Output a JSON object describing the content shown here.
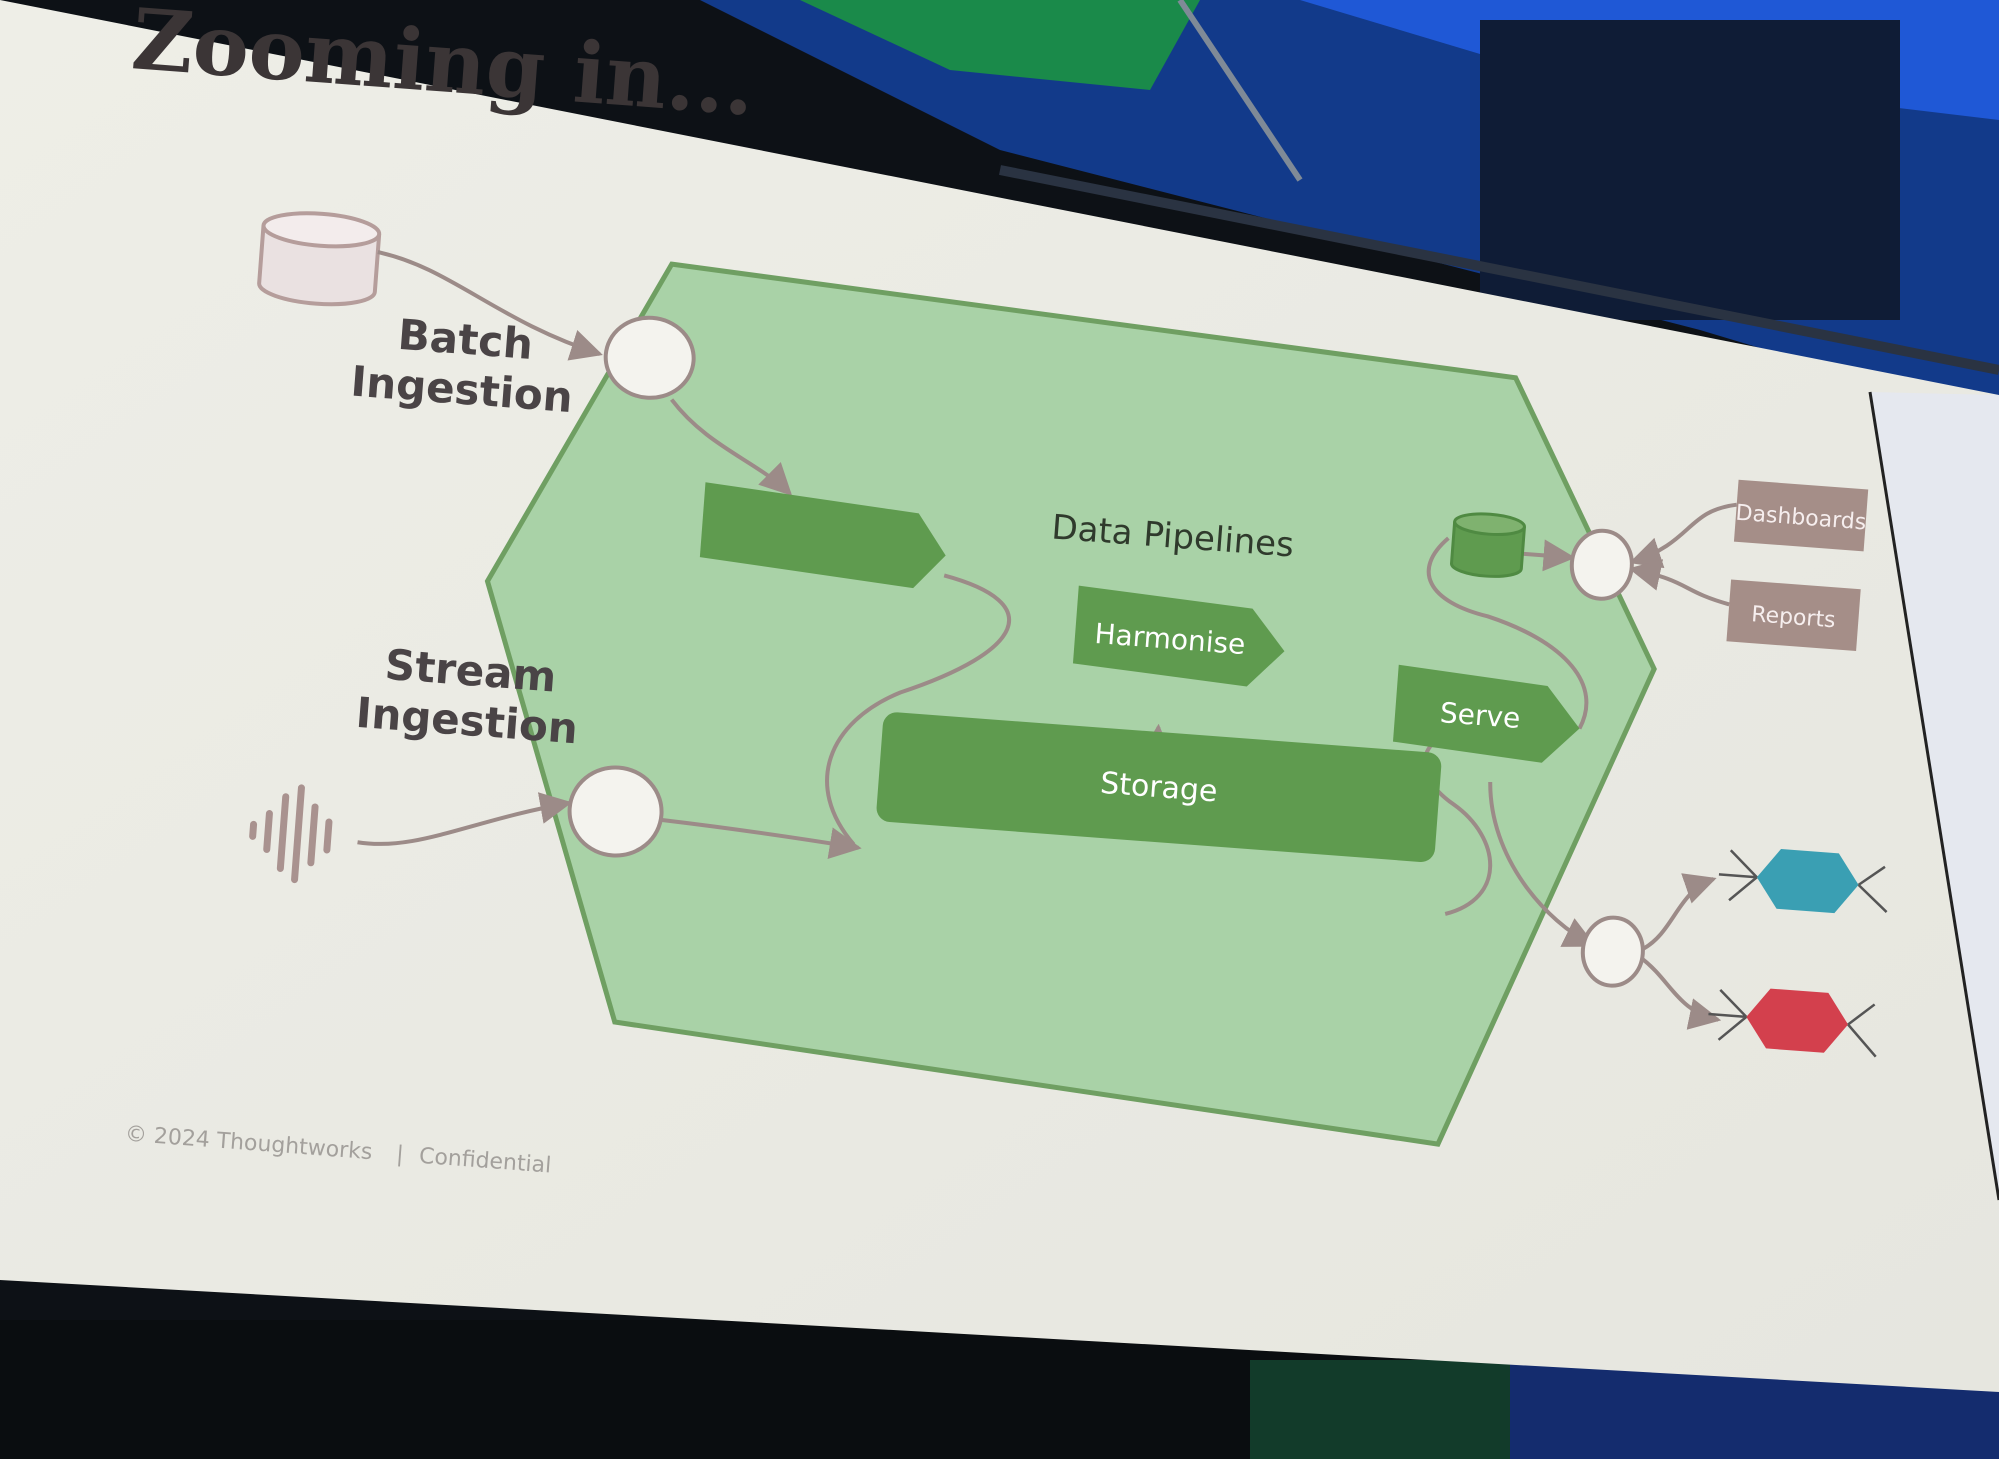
{
  "slide": {
    "title": "Zooming in...",
    "batch_label_line1": "Batch",
    "batch_label_line2": "Ingestion",
    "stream_label_line1": "Stream",
    "stream_label_line2": "Ingestion",
    "pipelines_title": "Data Pipelines",
    "harmonise_label": "Harmonise",
    "serve_label": "Serve",
    "storage_label": "Storage",
    "dashboards_label": "Dashboards",
    "reports_label": "Reports",
    "footer_copyright": "© 2024 Thoughtworks",
    "footer_separator": "|",
    "footer_confidential": "Confidential"
  },
  "colors": {
    "slide_background": "#ecebe4",
    "hexagon_fill": "#a9d2a7",
    "hexagon_stroke": "#6f9f62",
    "pipeline_box": "#5f9b4f",
    "consumer_box": "#a58e88",
    "connector": "#9c8b88",
    "teal_hexagon": "#3a9fb3",
    "red_hexagon": "#d3404d",
    "stage_background": "#0c1014",
    "stage_lights": "#1f4fb8"
  },
  "icons": {
    "batch_source": "database-cylinder-icon",
    "stream_source": "audio-waveform-icon",
    "serve_store": "database-cylinder-icon"
  }
}
